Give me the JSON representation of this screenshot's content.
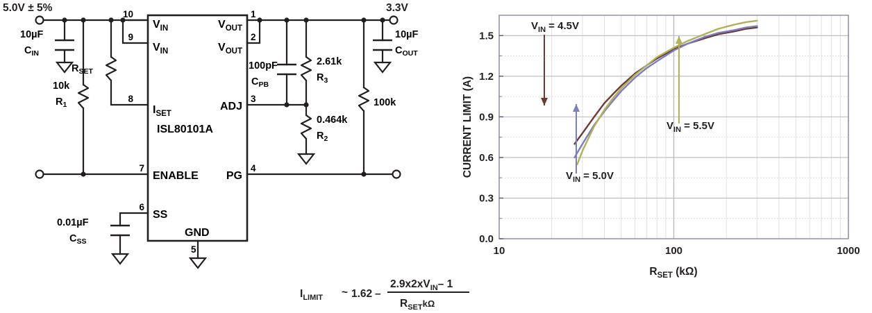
{
  "schematic": {
    "title": "ISL80101A application circuit",
    "ic_name": "ISL80101A",
    "input_label": "5.0V ± 5%",
    "output_label": "3.3V",
    "pins": {
      "p1": "1",
      "p2": "2",
      "p3": "3",
      "p4": "4",
      "p5": "5",
      "p6": "6",
      "p7": "7",
      "p8": "8",
      "p9": "9",
      "p10": "10"
    },
    "pin_names": {
      "vin_a": "V",
      "vin_a_sub": "IN",
      "vin_b": "V",
      "vin_b_sub": "IN",
      "iset": "I",
      "iset_sub": "SET",
      "enable": "ENABLE",
      "ss": "SS",
      "gnd": "GND",
      "vout_a": "V",
      "vout_a_sub": "OUT",
      "vout_b": "V",
      "vout_b_sub": "OUT",
      "adj": "ADJ",
      "pg": "PG"
    },
    "components": {
      "cin_value": "10µF",
      "cin_ref": "C",
      "cin_ref_sub": "IN",
      "r1_value": "10k",
      "r1_ref": "R",
      "r1_ref_sub": "1",
      "rset_ref": "R",
      "rset_ref_sub": "SET",
      "css_value": "0.01µF",
      "css_ref": "C",
      "css_ref_sub": "SS",
      "cpb_value": "100pF",
      "cpb_ref": "C",
      "cpb_ref_sub": "PB",
      "r3_value": "2.61k",
      "r3_ref": "R",
      "r3_ref_sub": "3",
      "r2_value": "0.464k",
      "r2_ref": "R",
      "r2_ref_sub": "2",
      "rpg_value": "100k",
      "cout_value": "10µF",
      "cout_ref": "C",
      "cout_ref_sub": "OUT"
    }
  },
  "formula": {
    "lhs_main": "I",
    "lhs_sub": "LIMIT",
    "approx": "~",
    "const": "1.62",
    "minus": "–",
    "numerator": "2.9x2xV",
    "numerator_sub": "IN",
    "numerator_tail": "– 1",
    "denominator": "R",
    "denominator_sub": "SET",
    "denominator_unit": "kΩ"
  },
  "chart_data": {
    "type": "line",
    "title": "",
    "xlabel_main": "R",
    "xlabel_sub": "SET",
    "xlabel_unit": "(kΩ)",
    "xlabel": "RSET (kΩ)",
    "ylabel": "CURRENT LIMIT (A)",
    "xscale": "log",
    "xlim": [
      10,
      1000
    ],
    "ylim": [
      0.0,
      1.65
    ],
    "xticks": [
      "10",
      "100",
      "1000"
    ],
    "xtick_values": [
      10,
      100,
      1000
    ],
    "yticks": [
      "0.0",
      "0.3",
      "0.6",
      "0.9",
      "1.2",
      "1.5"
    ],
    "ytick_values": [
      0.0,
      0.3,
      0.6,
      0.9,
      1.2,
      1.5
    ],
    "grid": true,
    "legend_position": "annotations",
    "colors": {
      "vin45": "#6b3a35",
      "vin50": "#7b7fbe",
      "vin55": "#b3b05a",
      "axis": "#8a8aa0",
      "grid_major": "#b9b9c4",
      "grid_minor": "#d8d8de"
    },
    "annotations": [
      {
        "name": "vin-4p5-annotation",
        "text_main": "V",
        "text_sub": "IN",
        "text_tail": "= 4.5V",
        "label": "VIN = 4.5V",
        "color": "#6b3a35",
        "arrow": "down"
      },
      {
        "name": "vin-5p0-annotation",
        "text_main": "V",
        "text_sub": "IN",
        "text_tail": "= 5.0V",
        "label": "VIN = 5.0V",
        "color": "#7b7fbe",
        "arrow": "up"
      },
      {
        "name": "vin-5p5-annotation",
        "text_main": "V",
        "text_sub": "IN",
        "text_tail": "= 5.5V",
        "label": "VIN = 5.5V",
        "color": "#b3b05a",
        "arrow": "up"
      }
    ],
    "series": [
      {
        "name": "VIN = 4.5V",
        "color": "#6b3a35",
        "x": [
          27,
          30,
          35,
          40,
          45,
          50,
          60,
          70,
          80,
          100,
          120,
          150,
          180,
          220,
          260,
          300
        ],
        "y": [
          0.7,
          0.78,
          0.9,
          1.0,
          1.07,
          1.13,
          1.22,
          1.28,
          1.33,
          1.4,
          1.44,
          1.48,
          1.51,
          1.53,
          1.55,
          1.56
        ]
      },
      {
        "name": "VIN = 5.0V",
        "color": "#7b7fbe",
        "x": [
          27,
          30,
          35,
          40,
          45,
          50,
          60,
          70,
          80,
          100,
          120,
          150,
          180,
          220,
          260,
          300
        ],
        "y": [
          0.6,
          0.7,
          0.84,
          0.94,
          1.02,
          1.09,
          1.19,
          1.26,
          1.31,
          1.39,
          1.44,
          1.49,
          1.52,
          1.54,
          1.56,
          1.57
        ]
      },
      {
        "name": "VIN = 5.5V",
        "color": "#b3b05a",
        "x": [
          28,
          30,
          35,
          40,
          45,
          50,
          60,
          70,
          80,
          100,
          120,
          150,
          180,
          220,
          260,
          300
        ],
        "y": [
          0.55,
          0.65,
          0.83,
          0.95,
          1.04,
          1.11,
          1.21,
          1.28,
          1.34,
          1.41,
          1.46,
          1.51,
          1.55,
          1.58,
          1.6,
          1.61
        ]
      }
    ]
  }
}
